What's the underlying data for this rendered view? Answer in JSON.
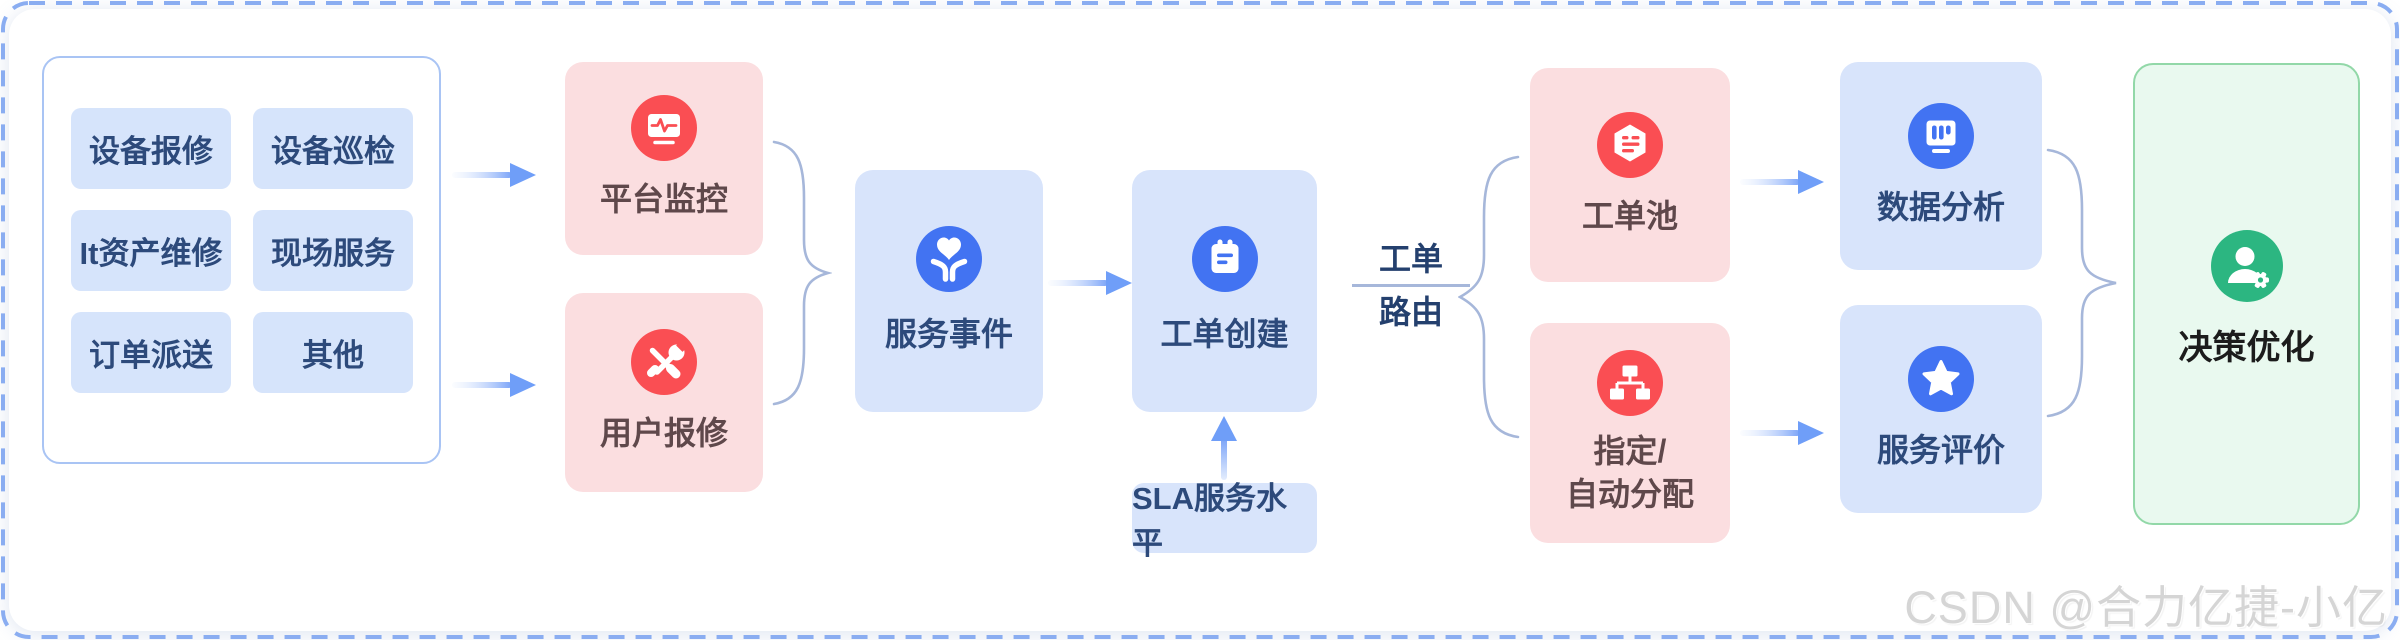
{
  "source_panel": {
    "items": [
      "设备报修",
      "设备巡检",
      "It资产维修",
      "现场服务",
      "订单派送",
      "其他"
    ]
  },
  "channels": [
    {
      "label": "平台监控",
      "icon": "monitor-pulse-icon"
    },
    {
      "label": "用户报修",
      "icon": "repair-tools-icon"
    }
  ],
  "service_event": {
    "label": "服务事件",
    "icon": "heart-hands-icon"
  },
  "ticket_create": {
    "label": "工单创建",
    "icon": "clipboard-icon"
  },
  "sla": {
    "label": "SLA服务水平"
  },
  "route_label": {
    "line1": "工单",
    "line2": "路由"
  },
  "routing": [
    {
      "label": "工单池",
      "icon": "ticket-pool-icon"
    },
    {
      "line1": "指定/",
      "line2": "自动分配",
      "icon": "sitemap-icon"
    }
  ],
  "outputs": [
    {
      "label": "数据分析",
      "icon": "bar-chart-icon"
    },
    {
      "label": "服务评价",
      "icon": "star-icon"
    }
  ],
  "decision": {
    "label": "决策优化",
    "icon": "user-gear-icon"
  },
  "watermark": {
    "text": "CSDN @合力亿捷-小亿"
  },
  "colors": {
    "red_icon": "#fa4e53",
    "pink_box": "#fbdee0",
    "blue_icon": "#4273f2",
    "light_blue_box": "#d8e4fb",
    "green_icon": "#2cb681",
    "green_box_bg": "#e9f9ef",
    "green_box_border": "#92d8a8",
    "navy_text": "#2d4a7b",
    "maroon_text": "#5f484b",
    "connector": "#a6b7da",
    "dashed_border": "#8aadf1"
  }
}
